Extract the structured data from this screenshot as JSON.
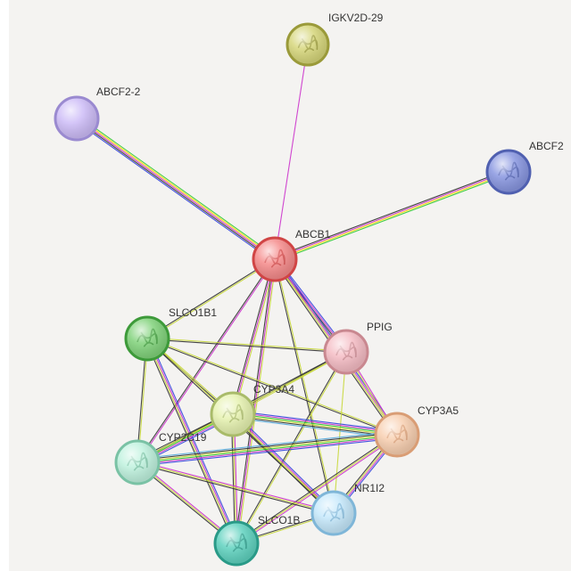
{
  "network": {
    "nodes": [
      {
        "id": "IGKV2D-29",
        "label": "IGKV2D-29",
        "color": "#d6d67a",
        "border": "#9a9a3a",
        "icon": "protein-structure-icon"
      },
      {
        "id": "ABCF2-2",
        "label": "ABCF2-2",
        "color": "#cdbcf7",
        "border": "#9a8ad0",
        "icon": "none"
      },
      {
        "id": "ABCF2",
        "label": "ABCF2",
        "color": "#8896e0",
        "border": "#5060b0",
        "icon": "protein-structure-icon"
      },
      {
        "id": "ABCB1",
        "label": "ABCB1",
        "color": "#f58a8a",
        "border": "#d04545",
        "icon": "protein-structure-icon"
      },
      {
        "id": "SLCO1B1",
        "label": "SLCO1B1",
        "color": "#80d27a",
        "border": "#3d9a3a",
        "icon": "protein-structure-icon"
      },
      {
        "id": "PPIG",
        "label": "PPIG",
        "color": "#f5bcc4",
        "border": "#c98890",
        "icon": "protein-structure-icon"
      },
      {
        "id": "CYP3A4",
        "label": "CYP3A4",
        "color": "#e6f2b0",
        "border": "#a9bb6a",
        "icon": "protein-structure-icon"
      },
      {
        "id": "CYP3A5",
        "label": "CYP3A5",
        "color": "#f8cfb0",
        "border": "#d99d75",
        "icon": "protein-structure-icon"
      },
      {
        "id": "CYP2C19",
        "label": "CYP2C19",
        "color": "#bff2de",
        "border": "#7ac2a5",
        "icon": "protein-structure-icon"
      },
      {
        "id": "NR1I2",
        "label": "NR1I2",
        "color": "#c5e8fb",
        "border": "#7fb6d8",
        "icon": "protein-structure-icon"
      },
      {
        "id": "SLCO1B",
        "label": "SLCO1B",
        "color": "#5fd2bf",
        "border": "#2a9a88",
        "icon": "protein-structure-icon"
      }
    ],
    "edges": [
      {
        "from": "IGKV2D-29",
        "to": "ABCB1",
        "colors": [
          "#cc33cc"
        ]
      },
      {
        "from": "ABCF2-2",
        "to": "ABCB1",
        "colors": [
          "#33cc33",
          "#ffd700",
          "#cc33cc",
          "#333333",
          "#3344dd"
        ]
      },
      {
        "from": "ABCF2",
        "to": "ABCB1",
        "colors": [
          "#33cc33",
          "#ffd700",
          "#cc33cc",
          "#333333"
        ]
      },
      {
        "from": "ABCB1",
        "to": "SLCO1B1",
        "colors": [
          "#c8d83a",
          "#333333"
        ]
      },
      {
        "from": "ABCB1",
        "to": "PPIG",
        "colors": [
          "#3344dd",
          "#cc33cc",
          "#333333",
          "#c8d83a"
        ]
      },
      {
        "from": "ABCB1",
        "to": "CYP3A4",
        "colors": [
          "#c8d83a",
          "#cc33cc",
          "#333333"
        ]
      },
      {
        "from": "ABCB1",
        "to": "CYP3A5",
        "colors": [
          "#3344dd",
          "#cc33cc",
          "#c8d83a",
          "#333333"
        ]
      },
      {
        "from": "ABCB1",
        "to": "CYP2C19",
        "colors": [
          "#cc33cc",
          "#333333"
        ]
      },
      {
        "from": "ABCB1",
        "to": "NR1I2",
        "colors": [
          "#c8d83a",
          "#333333"
        ]
      },
      {
        "from": "ABCB1",
        "to": "SLCO1B",
        "colors": [
          "#c8d83a",
          "#cc33cc",
          "#333333"
        ]
      },
      {
        "from": "SLCO1B1",
        "to": "PPIG",
        "colors": [
          "#c8d83a",
          "#333333"
        ]
      },
      {
        "from": "SLCO1B1",
        "to": "CYP3A4",
        "colors": [
          "#c8d83a",
          "#333333"
        ]
      },
      {
        "from": "SLCO1B1",
        "to": "CYP3A5",
        "colors": [
          "#c8d83a",
          "#333333"
        ]
      },
      {
        "from": "SLCO1B1",
        "to": "CYP2C19",
        "colors": [
          "#c8d83a",
          "#333333"
        ]
      },
      {
        "from": "SLCO1B1",
        "to": "NR1I2",
        "colors": [
          "#c8d83a",
          "#333333"
        ]
      },
      {
        "from": "SLCO1B1",
        "to": "SLCO1B",
        "colors": [
          "#3344dd",
          "#cc33cc",
          "#c8d83a",
          "#333333"
        ]
      },
      {
        "from": "PPIG",
        "to": "CYP3A4",
        "colors": [
          "#c8d83a",
          "#333333"
        ]
      },
      {
        "from": "PPIG",
        "to": "CYP3A5",
        "colors": [
          "#cc33cc",
          "#c8d83a"
        ]
      },
      {
        "from": "PPIG",
        "to": "CYP2C19",
        "colors": [
          "#c8d83a",
          "#333333"
        ]
      },
      {
        "from": "PPIG",
        "to": "NR1I2",
        "colors": [
          "#c8d83a"
        ]
      },
      {
        "from": "PPIG",
        "to": "SLCO1B",
        "colors": [
          "#c8d83a",
          "#333333"
        ]
      },
      {
        "from": "CYP3A4",
        "to": "CYP3A5",
        "colors": [
          "#3344dd",
          "#cc33cc",
          "#33cc33",
          "#c8d83a",
          "#333333",
          "#55aadd"
        ]
      },
      {
        "from": "CYP3A4",
        "to": "CYP2C19",
        "colors": [
          "#3344dd",
          "#cc33cc",
          "#33cc33",
          "#c8d83a",
          "#333333"
        ]
      },
      {
        "from": "CYP3A4",
        "to": "NR1I2",
        "colors": [
          "#3344dd",
          "#cc33cc",
          "#c8d83a",
          "#333333"
        ]
      },
      {
        "from": "CYP3A4",
        "to": "SLCO1B",
        "colors": [
          "#cc33cc",
          "#c8d83a",
          "#333333"
        ]
      },
      {
        "from": "CYP3A5",
        "to": "CYP2C19",
        "colors": [
          "#3344dd",
          "#cc33cc",
          "#33cc33",
          "#c8d83a",
          "#333333",
          "#55aadd"
        ]
      },
      {
        "from": "CYP3A5",
        "to": "NR1I2",
        "colors": [
          "#3344dd",
          "#cc33cc",
          "#c8d83a",
          "#333333"
        ]
      },
      {
        "from": "CYP3A5",
        "to": "SLCO1B",
        "colors": [
          "#cc33cc",
          "#c8d83a",
          "#333333"
        ]
      },
      {
        "from": "CYP2C19",
        "to": "NR1I2",
        "colors": [
          "#cc33cc",
          "#c8d83a",
          "#333333"
        ]
      },
      {
        "from": "CYP2C19",
        "to": "SLCO1B",
        "colors": [
          "#cc33cc",
          "#c8d83a",
          "#333333"
        ]
      },
      {
        "from": "NR1I2",
        "to": "SLCO1B",
        "colors": [
          "#c8d83a",
          "#333333"
        ]
      }
    ]
  }
}
